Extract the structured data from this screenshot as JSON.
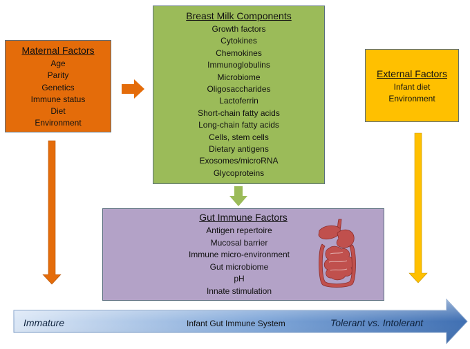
{
  "maternal": {
    "title": "Maternal Factors",
    "items": [
      "Age",
      "Parity",
      "Genetics",
      "Immune status",
      "Diet",
      "Environment"
    ]
  },
  "breast_milk": {
    "title": "Breast Milk Components",
    "items": [
      "Growth factors",
      "Cytokines",
      "Chemokines",
      "Immunoglobulins",
      "Microbiome",
      "Oligosaccharides",
      "Lactoferrin",
      "Short-chain fatty acids",
      "Long-chain fatty acids",
      "Cells, stem cells",
      "Dietary antigens",
      "Exosomes/microRNA",
      "Glycoproteins"
    ]
  },
  "external": {
    "title": "External Factors",
    "items": [
      "Infant diet",
      "Environment"
    ]
  },
  "gut": {
    "title": "Gut Immune Factors",
    "items": [
      "Antigen repertoire",
      "Mucosal barrier",
      "Immune micro-environment",
      "Gut microbiome",
      "pH",
      "Innate stimulation"
    ]
  },
  "axis": {
    "left": "Immature",
    "center": "Infant Gut Immune System",
    "right": "Tolerant vs. Intolerant"
  },
  "colors": {
    "maternal": "#e46c0a",
    "milk": "#9bbb59",
    "external": "#ffc000",
    "gut": "#b3a2c7",
    "axis_arrow": "#4f81bd",
    "organ_icon": "#c0504d"
  },
  "icons": {
    "digestive_system": "digestive-system-icon"
  }
}
